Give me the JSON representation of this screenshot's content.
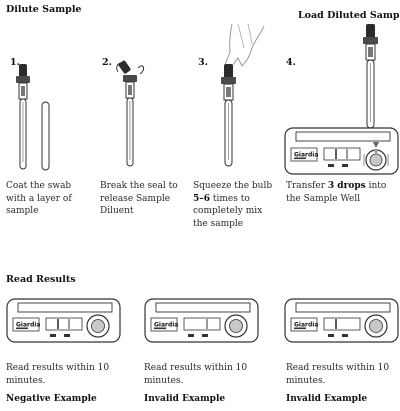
{
  "headings": {
    "dilute": "Dilute Sample",
    "load": "Load Diluted Sample",
    "read": "Read Results"
  },
  "steps": [
    {
      "number": "1.",
      "caption": "Coat the swab with a layer of sample"
    },
    {
      "number": "2.",
      "caption": "Break the seal to release Sample Diluent"
    },
    {
      "number": "3.",
      "caption_before": "Squeeze the bulb ",
      "caption_bold": "5–6",
      "caption_after": " times to completely mix the sample"
    },
    {
      "number": "4.",
      "caption_before": "Transfer ",
      "caption_bold": "3 drops",
      "caption_after": " into the Sample Well"
    }
  ],
  "device": {
    "brand": "Giardia",
    "icons": [
      "swab-tube-icon",
      "snap-valve-icon",
      "squeeze-hand-icon",
      "dropper-icon",
      "test-device-icon",
      "sample-well-icon"
    ]
  },
  "results": [
    {
      "caption": "Read results within 10 minutes.",
      "label": "Negative Example"
    },
    {
      "caption": "Read results within 10 minutes.",
      "label": "Invalid Example"
    },
    {
      "caption": "Read results within 10 minutes.",
      "label": "Invalid Example"
    }
  ]
}
